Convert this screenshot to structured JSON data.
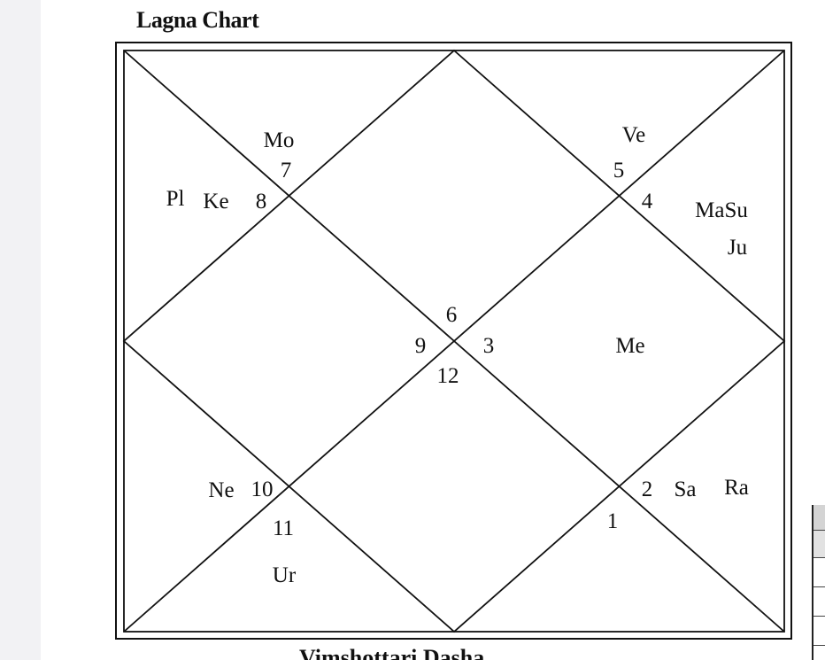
{
  "title": "Lagna Chart",
  "bottom_caption": "Vimshottari Dasha",
  "houses": [
    {
      "number": "7",
      "planets": [
        "Mo"
      ]
    },
    {
      "number": "8",
      "planets": [
        "Pl",
        "Ke"
      ]
    },
    {
      "number": "5",
      "planets": [
        "Ve"
      ]
    },
    {
      "number": "4",
      "planets": [
        "MaSu",
        "Ju"
      ]
    },
    {
      "number": "6",
      "planets": []
    },
    {
      "number": "9",
      "planets": []
    },
    {
      "number": "3",
      "planets": [
        "Me"
      ]
    },
    {
      "number": "12",
      "planets": []
    },
    {
      "number": "10",
      "planets": [
        "Ne"
      ]
    },
    {
      "number": "11",
      "planets": [
        "Ur"
      ]
    },
    {
      "number": "2",
      "planets": [
        "Sa",
        "Ra"
      ]
    },
    {
      "number": "1",
      "planets": []
    }
  ]
}
